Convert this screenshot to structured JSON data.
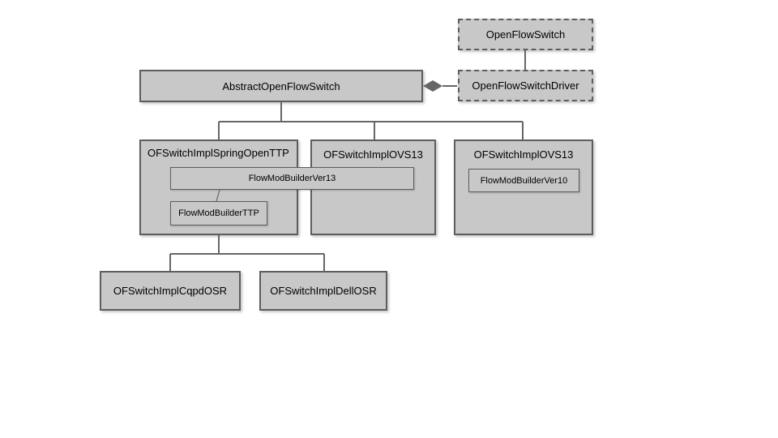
{
  "diagram": {
    "title": "OpenFlow switch driver class diagram",
    "colors": {
      "background": "#ffffff",
      "node_fill": "#c8c8c8",
      "node_border": "#5d5d5d",
      "connector": "#666666",
      "text": "#000000"
    },
    "nodes": {
      "openflowswitch": {
        "label": "OpenFlowSwitch",
        "style": "dashed"
      },
      "openflowswitchdriver": {
        "label": "OpenFlowSwitchDriver",
        "style": "dashed"
      },
      "abstractopenflowswitch": {
        "label": "AbstractOpenFlowSwitch",
        "style": "solid"
      },
      "springopenttp": {
        "label": "OFSwitchImplSpringOpenTTP",
        "style": "solid"
      },
      "ovs13_middle": {
        "label": "OFSwitchImplOVS13",
        "style": "solid"
      },
      "ovs13_right": {
        "label": "OFSwitchImplOVS13",
        "style": "solid"
      },
      "flowmodbuilderver13": {
        "label": "FlowModBuilderVer13",
        "style": "solid-inner"
      },
      "flowmodbuilderttp": {
        "label": "FlowModBuilderTTP",
        "style": "solid-inner"
      },
      "flowmodbuilderver10": {
        "label": "FlowModBuilderVer10",
        "style": "solid-inner"
      },
      "cqpdosr": {
        "label": "OFSwitchImplCqpdOSR",
        "style": "solid"
      },
      "dellosr": {
        "label": "OFSwitchImplDellOSR",
        "style": "solid"
      }
    },
    "edges": {
      "driver_realizes_switch": "OpenFlowSwitchDriver — OpenFlowSwitch",
      "abstract_aggregates_driver": "AbstractOpenFlowSwitch ◆— OpenFlowSwitchDriver",
      "abstract_children": "OFSwitchImplSpringOpenTTP, OFSwitchImplOVS13, OFSwitchImplOVS13",
      "spring_children": "OFSwitchImplCqpdOSR, OFSwitchImplDellOSR"
    }
  }
}
